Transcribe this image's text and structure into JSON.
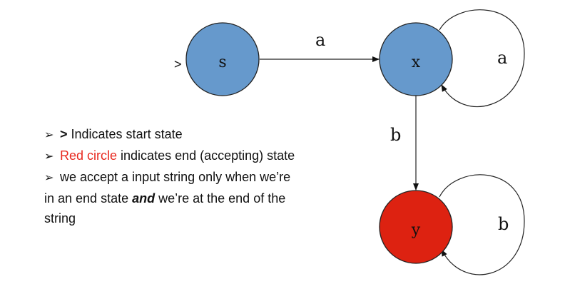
{
  "states": {
    "s": {
      "label": "s",
      "fill": "#6699cc",
      "role": "start"
    },
    "x": {
      "label": "x",
      "fill": "#6699cc"
    },
    "y": {
      "label": "y",
      "fill": "#dd2211",
      "role": "accepting"
    }
  },
  "start_marker": ">",
  "transitions": {
    "s_to_x": {
      "label": "a"
    },
    "x_loop": {
      "label": "a"
    },
    "x_to_y": {
      "label": "b"
    },
    "y_loop": {
      "label": "b"
    }
  },
  "notes": {
    "bullet": "➢",
    "line1_mark": ">",
    "line1_text": " Indicates start state",
    "line2_red": "Red circle",
    "line2_text": " indicates end (accepting) state",
    "line3_text": "we accept a input string only when we’re",
    "line4_pre": "in an end state ",
    "line4_emph": "and",
    "line4_post": " we’re at the end of the",
    "line5_text": "string"
  },
  "colors": {
    "state_blue": "#6699cc",
    "state_red": "#dd2211",
    "note_red": "#e8281e",
    "stroke": "#222222"
  }
}
